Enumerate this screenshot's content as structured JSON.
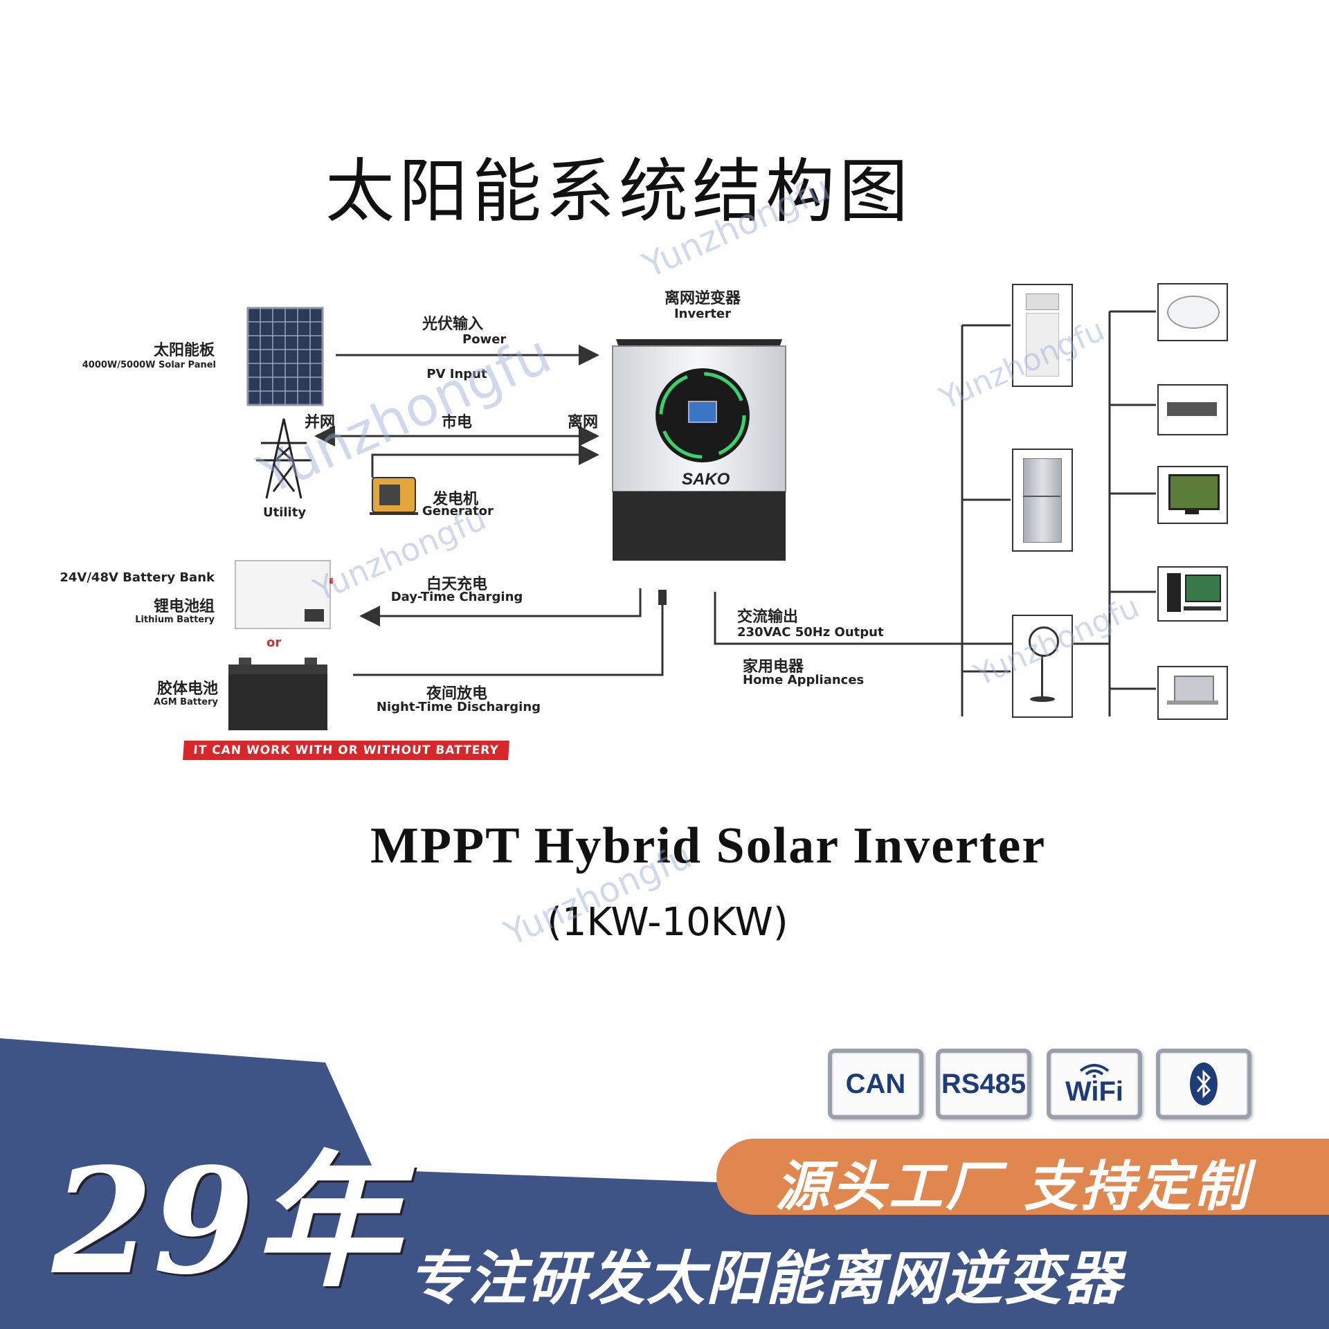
{
  "title": "太阳能系统结构图",
  "inverter": {
    "label_cn": "离网逆变器",
    "label_en": "Inverter",
    "brand": "SAKO"
  },
  "solar_panel": {
    "label_cn": "太阳能板",
    "label_en": "4000W/5000W Solar Panel"
  },
  "pv": {
    "label_cn": "光伏输入",
    "label_en_top": "Power",
    "label_en": "PV Input"
  },
  "grid": {
    "left": "并网",
    "mid": "市电",
    "right": "离网"
  },
  "utility": {
    "label": "Utility"
  },
  "generator": {
    "label_cn": "发电机",
    "label_en": "Generator"
  },
  "battery_bank": {
    "label_en": "24V/48V Battery Bank",
    "label_cn": "锂电池组",
    "label_en2": "Lithium Battery",
    "or": "or"
  },
  "agm": {
    "label_cn": "胶体电池",
    "label_en": "AGM Battery"
  },
  "day_charging": {
    "label_cn": "白天充电",
    "label_en": "Day-Time Charging"
  },
  "night_discharging": {
    "label_cn": "夜间放电",
    "label_en": "Night-Time Discharging"
  },
  "ac_output": {
    "label_cn": "交流输出",
    "label_en": "230VAC 50Hz Output"
  },
  "home_appliances": {
    "label_cn": "家用电器",
    "label_en": "Home Appliances"
  },
  "battery_banner": "IT CAN WORK WITH OR WITHOUT BATTERY",
  "product_name": "MPPT Hybrid Solar Inverter",
  "power_range": "(1KW-10KW)",
  "badges": [
    "CAN",
    "RS485",
    "WiFi",
    "bluetooth-icon"
  ],
  "promo_orange": "源头工厂 支持定制",
  "years": "29年",
  "slogan": "专注研发太阳能离网逆变器",
  "watermark": "Yunzhongfu",
  "colors": {
    "navy": "#3e5487",
    "orange": "#e0864f",
    "red_banner": "#d8262a",
    "badge_blue": "#1d3c78"
  }
}
